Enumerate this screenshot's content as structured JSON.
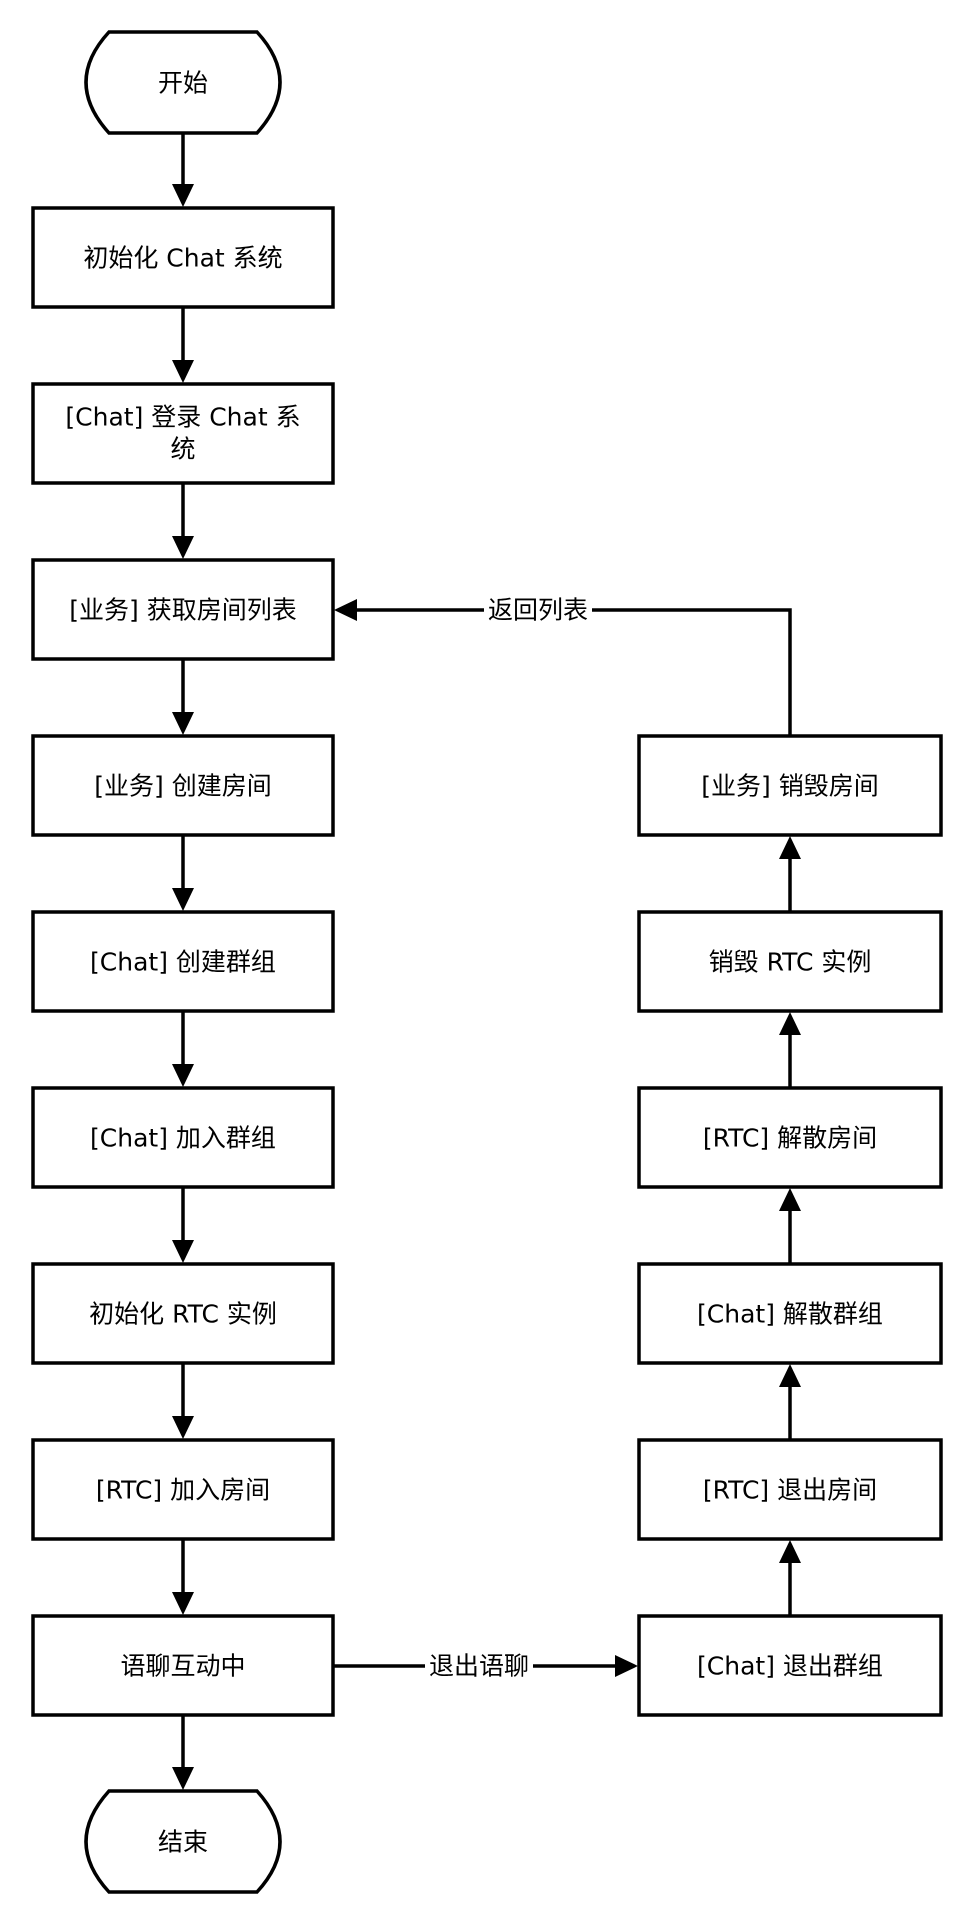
{
  "nodes": {
    "start": {
      "label": "开始"
    },
    "init_chat": {
      "label": "初始化 Chat 系统"
    },
    "login_line1": {
      "label": "[Chat] 登录 Chat 系"
    },
    "login_line2": {
      "label": "统"
    },
    "get_room_list": {
      "label": "[业务] 获取房间列表"
    },
    "create_room": {
      "label": "[业务] 创建房间"
    },
    "create_group": {
      "label": "[Chat] 创建群组"
    },
    "join_group": {
      "label": "[Chat] 加入群组"
    },
    "init_rtc": {
      "label": "初始化 RTC 实例"
    },
    "join_room": {
      "label": "[RTC] 加入房间"
    },
    "voice_chat": {
      "label": "语聊互动中"
    },
    "end": {
      "label": "结束"
    },
    "leave_group": {
      "label": "[Chat] 退出群组"
    },
    "leave_room": {
      "label": "[RTC] 退出房间"
    },
    "dismiss_group": {
      "label": "[Chat] 解散群组"
    },
    "dismiss_room": {
      "label": "[RTC] 解散房间"
    },
    "destroy_rtc": {
      "label": "销毁 RTC 实例"
    },
    "destroy_room": {
      "label": "[业务] 销毁房间"
    }
  },
  "edges": {
    "exit_voice_chat": {
      "label": "退出语聊"
    },
    "return_list": {
      "label": "返回列表"
    }
  }
}
